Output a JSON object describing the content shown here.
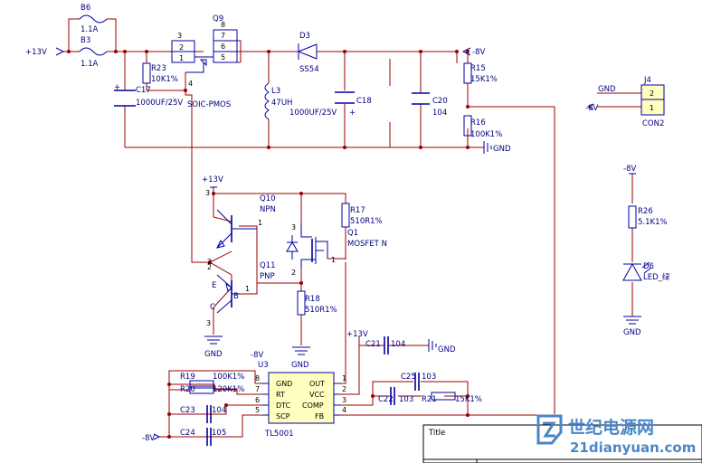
{
  "power": {
    "vin": "+13V",
    "vcc_q10": "+13V",
    "vcc_u3": "+13V",
    "neg_out": "-8V",
    "neg_u3": "-8V",
    "neg_c24": "-8V",
    "neg_led": "-8V",
    "gnd_r16": "GND",
    "gnd_q11": "GND",
    "gnd_q1": "GND",
    "gnd_c21": "GND",
    "gnd_led": "GND"
  },
  "components": {
    "B6": {
      "ref": "B6",
      "value": "1.1A"
    },
    "B3": {
      "ref": "B3",
      "value": "1.1A"
    },
    "Q9": {
      "ref": "Q9",
      "value": "SOIC-PMOS",
      "pins": [
        "3",
        "2",
        "1",
        "4",
        "8",
        "7",
        "6",
        "5"
      ]
    },
    "R23": {
      "ref": "R23",
      "value": "10K1%"
    },
    "C17": {
      "ref": "C17",
      "value": "1000UF/25V",
      "pol": "+"
    },
    "L3": {
      "ref": "L3",
      "value": "47UH"
    },
    "D3": {
      "ref": "D3",
      "value": "SS54"
    },
    "C18": {
      "ref": "C18",
      "value": "1000UF/25V",
      "pol": "+"
    },
    "C20": {
      "ref": "C20",
      "value": "104"
    },
    "R15": {
      "ref": "R15",
      "value": "15K1%"
    },
    "R16": {
      "ref": "R16",
      "value": "100K1%"
    },
    "J4": {
      "ref": "J4",
      "value": "CON2",
      "pin1": "1",
      "pin2": "2",
      "net1": "-8V",
      "net2": "GND"
    },
    "R26": {
      "ref": "R26",
      "value": "5.1K1%"
    },
    "D6": {
      "ref": "D6",
      "value": "LED_绿"
    },
    "Q10": {
      "ref": "Q10",
      "value": "NPN",
      "pin1": "1",
      "pin2": "2",
      "pin3": "3"
    },
    "Q11": {
      "ref": "Q11",
      "value": "PNP",
      "pinE": "E",
      "pinB": "B",
      "pinC": "C",
      "pin1": "1",
      "pin2": "2",
      "pin3": "3"
    },
    "R17": {
      "ref": "R17",
      "value": "510R1%"
    },
    "Q1": {
      "ref": "Q1",
      "value": "MOSFET N",
      "pin1": "1",
      "pin2": "2",
      "pin3": "3"
    },
    "R18": {
      "ref": "R18",
      "value": "510R1%"
    },
    "C21": {
      "ref": "C21",
      "value": "104"
    },
    "U3": {
      "ref": "U3",
      "value": "TL5001",
      "left_pins": [
        {
          "num": "8",
          "name": "GND"
        },
        {
          "num": "7",
          "name": "RT"
        },
        {
          "num": "6",
          "name": "DTC"
        },
        {
          "num": "5",
          "name": "SCP"
        }
      ],
      "right_pins": [
        {
          "num": "1",
          "name": "OUT"
        },
        {
          "num": "2",
          "name": "VCC"
        },
        {
          "num": "3",
          "name": "COMP"
        },
        {
          "num": "4",
          "name": "FB"
        }
      ]
    },
    "R19": {
      "ref": "R19",
      "value": "100K1%"
    },
    "R20": {
      "ref": "R20",
      "value": "120K1%"
    },
    "C23": {
      "ref": "C23",
      "value": "104"
    },
    "C24": {
      "ref": "C24",
      "value": "105"
    },
    "C25": {
      "ref": "C25",
      "value": "103"
    },
    "C22": {
      "ref": "C22",
      "value": "103"
    },
    "R21": {
      "ref": "R21",
      "value": "15K1%"
    }
  },
  "title_block": {
    "title_label": "Title"
  },
  "watermark": {
    "text": "世纪电源网",
    "url": "21dianyuan.com"
  },
  "colors": {
    "wire": "#990000",
    "component": "#0000a0",
    "label": "#000080",
    "watermark": "#4a86c8"
  }
}
